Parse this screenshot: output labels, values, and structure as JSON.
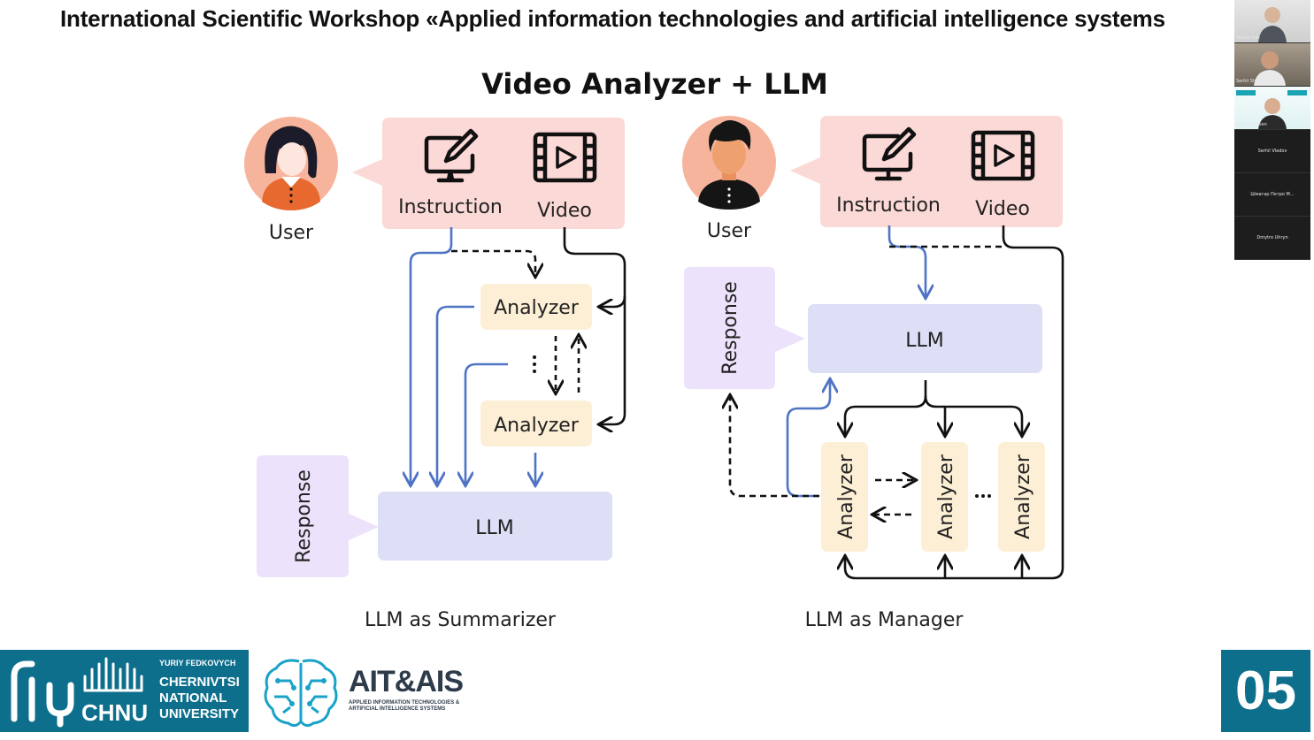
{
  "header": {
    "title": "International Scientific Workshop «Applied information technologies and artificial intelligence systems"
  },
  "slide": {
    "title": "Video Analyzer + LLM",
    "page_number": "05"
  },
  "summarizer": {
    "user_label": "User",
    "instruction_label": "Instruction",
    "video_label": "Video",
    "analyzer_labels": [
      "Analyzer",
      "Analyzer"
    ],
    "llm_label": "LLM",
    "response_label": "Response",
    "caption": "LLM as Summarizer"
  },
  "manager": {
    "user_label": "User",
    "instruction_label": "Instruction",
    "video_label": "Video",
    "llm_label": "LLM",
    "response_label": "Response",
    "analyzer_labels": [
      "Analyzer",
      "Analyzer",
      "Analyzer"
    ],
    "caption": "LLM as Manager"
  },
  "participants": [
    {
      "name": "Tomko Yuri"
    },
    {
      "name": "Serhii Shvydenko"
    },
    {
      "name": "Petr Zhelitsen"
    },
    {
      "name": "Serhii Vladov"
    },
    {
      "name": "Шмагар Петро М..."
    },
    {
      "name": "Dmytro Uhryn"
    }
  ],
  "footer": {
    "chnu_top": "YURIY FEDKOVYCH",
    "chnu_lines": [
      "CHERNIVTSI",
      "NATIONAL",
      "UNIVERSITY"
    ],
    "chnu_abbr": "CHNU",
    "ait_name": "AIT&AIS",
    "ait_sub_lines": [
      "APPLIED INFORMATION TECHNOLOGIES &",
      "ARTIFICIAL INTELLIGENCE SYSTEMS"
    ]
  },
  "colors": {
    "input_box": "#fbd9d6",
    "analyzer_box": "#fdefd6",
    "llm_box": "#dcdff5",
    "response_box": "#ece2fb",
    "blue_arrow": "#4f74c6",
    "user_circle": "#f7b49c",
    "brand_teal": "#0e6f8c"
  }
}
